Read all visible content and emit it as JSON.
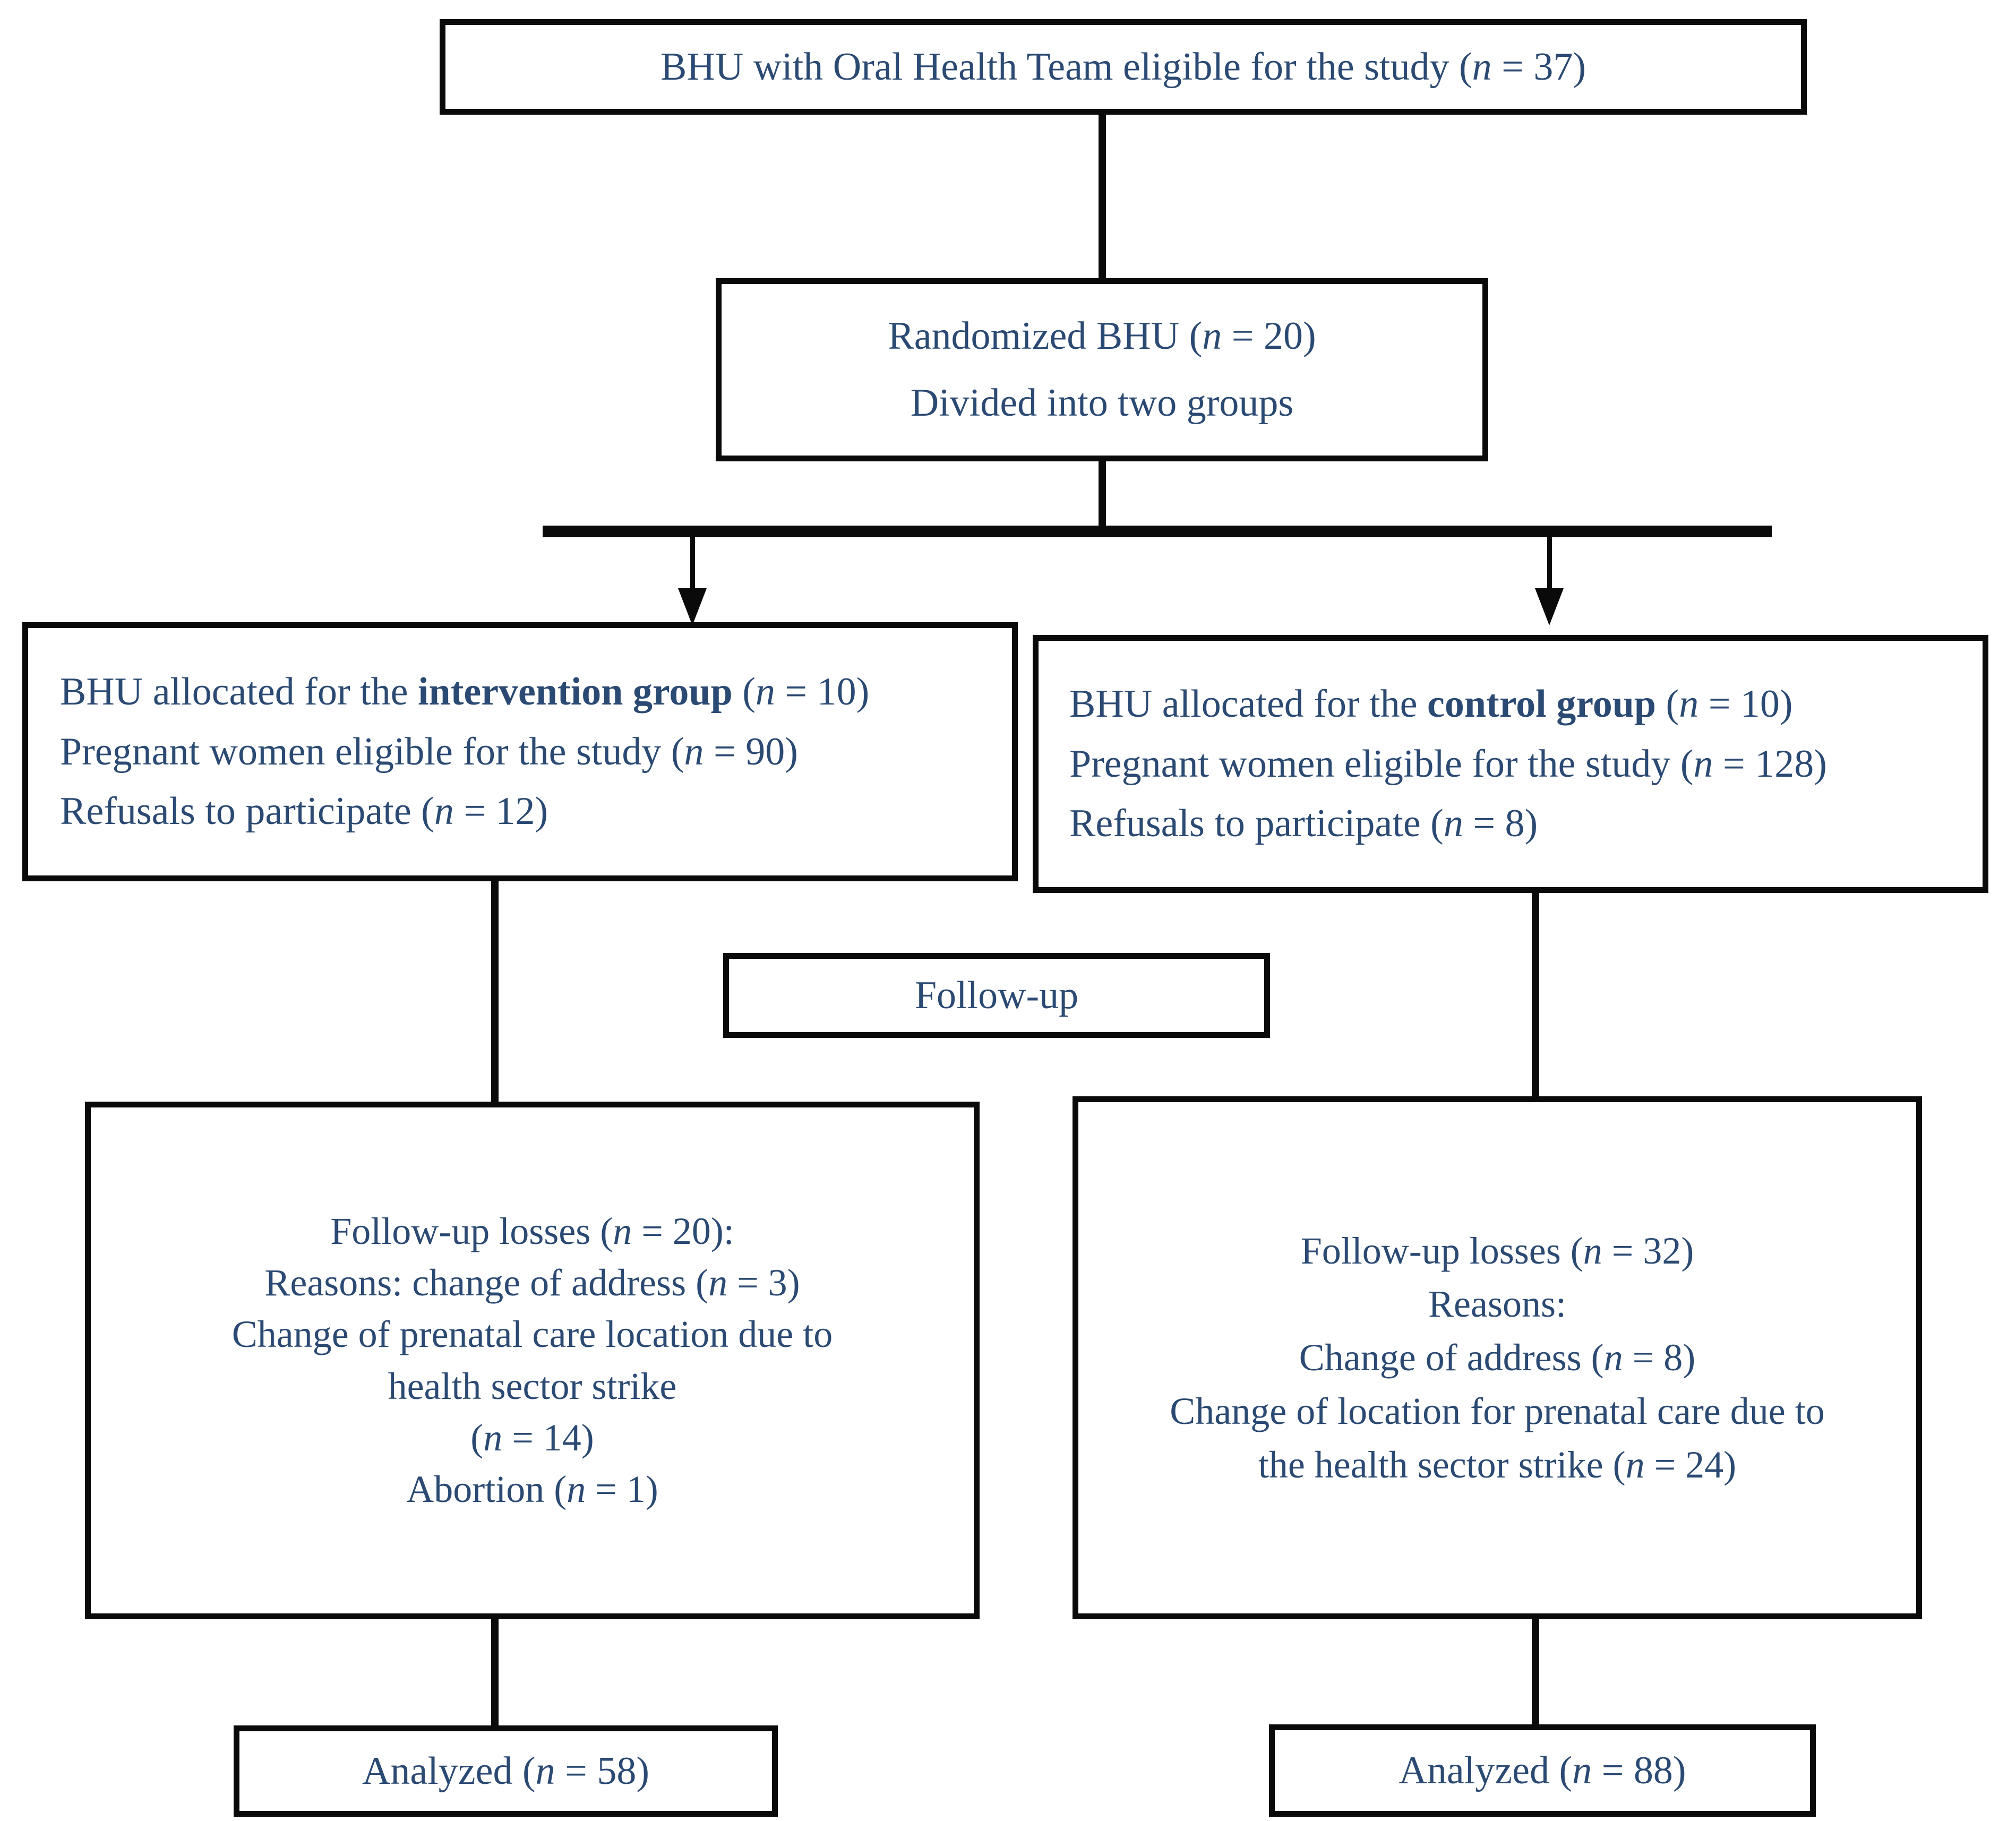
{
  "diagram": {
    "title": "CONSORT participant flow diagram",
    "text_color": "#2b4a73",
    "line_color": "#0a0a0a",
    "background": "#ffffff"
  },
  "boxes": {
    "eligible": {
      "lines": [
        "BHU with Oral Health Team eligible for the study (n = 37)"
      ]
    },
    "randomized": {
      "lines": [
        "Randomized BHU (n = 20)",
        "Divided into two groups"
      ]
    },
    "intervention_allocation": {
      "line1_prefix": "BHU allocated for the ",
      "line1_bold": "intervention group",
      "line1_suffix": " (n = 10)",
      "line2": "Pregnant women eligible for the study (n = 90)",
      "line3": "Refusals to participate (n = 12)"
    },
    "control_allocation": {
      "line1_prefix": "BHU allocated for the ",
      "line1_bold": "control group",
      "line1_suffix": " (n = 10)",
      "line2": "Pregnant women eligible for the study (n = 128)",
      "line3": "Refusals to participate (n = 8)"
    },
    "followup_label": {
      "lines": [
        "Follow-up"
      ]
    },
    "losses_intervention": {
      "lines": [
        "Follow-up losses (n = 20):",
        "Reasons: change of address (n = 3)",
        "Change of prenatal care location due to",
        "health sector strike",
        "(n = 14)",
        "Abortion (n = 1)"
      ]
    },
    "losses_control": {
      "lines": [
        "Follow-up losses (n = 32)",
        "Reasons:",
        "Change of address (n = 8)",
        "Change of location for prenatal care due to",
        "the health sector strike (n = 24)"
      ]
    },
    "analyzed_intervention": {
      "lines": [
        "Analyzed (n = 58)"
      ]
    },
    "analyzed_control": {
      "lines": [
        "Analyzed (n = 88)"
      ]
    }
  },
  "counts": {
    "bhu_eligible": 37,
    "bhu_randomized": 20,
    "bhu_intervention": 10,
    "bhu_control": 10,
    "women_eligible_intervention": 90,
    "women_eligible_control": 128,
    "refusals_intervention": 12,
    "refusals_control": 8,
    "losses_intervention_total": 20,
    "losses_intervention_address": 3,
    "losses_intervention_strike": 14,
    "losses_intervention_abortion": 1,
    "losses_control_total": 32,
    "losses_control_address": 8,
    "losses_control_strike": 24,
    "analyzed_intervention": 58,
    "analyzed_control": 88
  }
}
